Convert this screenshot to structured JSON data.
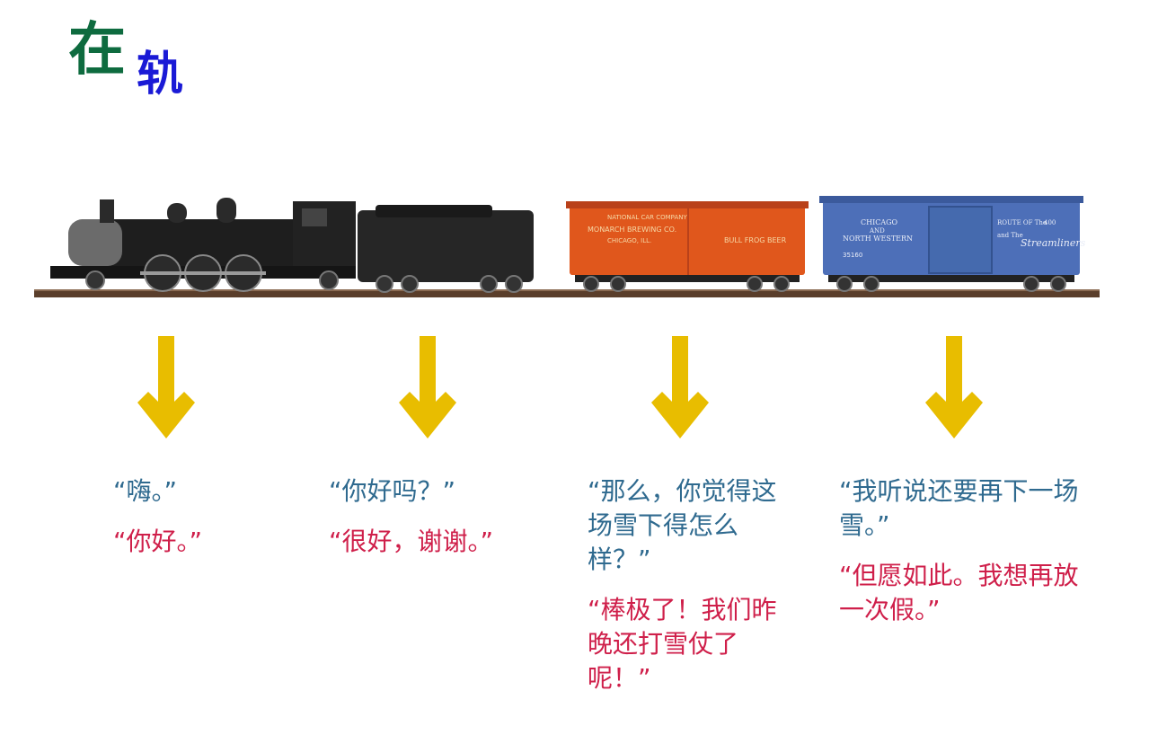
{
  "title": {
    "char1": "在",
    "char2": "轨"
  },
  "colors": {
    "title1": "#0e6b3f",
    "title2": "#1a1ad6",
    "arrow": "#e8bd00",
    "question": "#2f6a8f",
    "answer": "#cf1f4a"
  },
  "train": {
    "reefer_text": [
      "NATIONAL CAR COMPANY",
      "MONARCH BREWING CO.",
      "CHICAGO, ILL.",
      "BULL FROG BEER"
    ],
    "boxcar_text": [
      "CHICAGO",
      "AND",
      "NORTH WESTERN",
      "ROUTE OF The",
      "400",
      "and The",
      "Streamliners",
      "35160"
    ]
  },
  "dialogues": [
    {
      "question": "“嗨。”",
      "answer": "“你好。”"
    },
    {
      "question": "“你好吗？”",
      "answer": "“很好，谢谢。”"
    },
    {
      "question": "“那么，你觉得这场雪下得怎么样？”",
      "answer": "“棒极了！我们昨晚还打雪仗了呢！”"
    },
    {
      "question": "“我听说还要再下一场雪。”",
      "answer": "“但愿如此。我想再放一次假。”"
    }
  ]
}
